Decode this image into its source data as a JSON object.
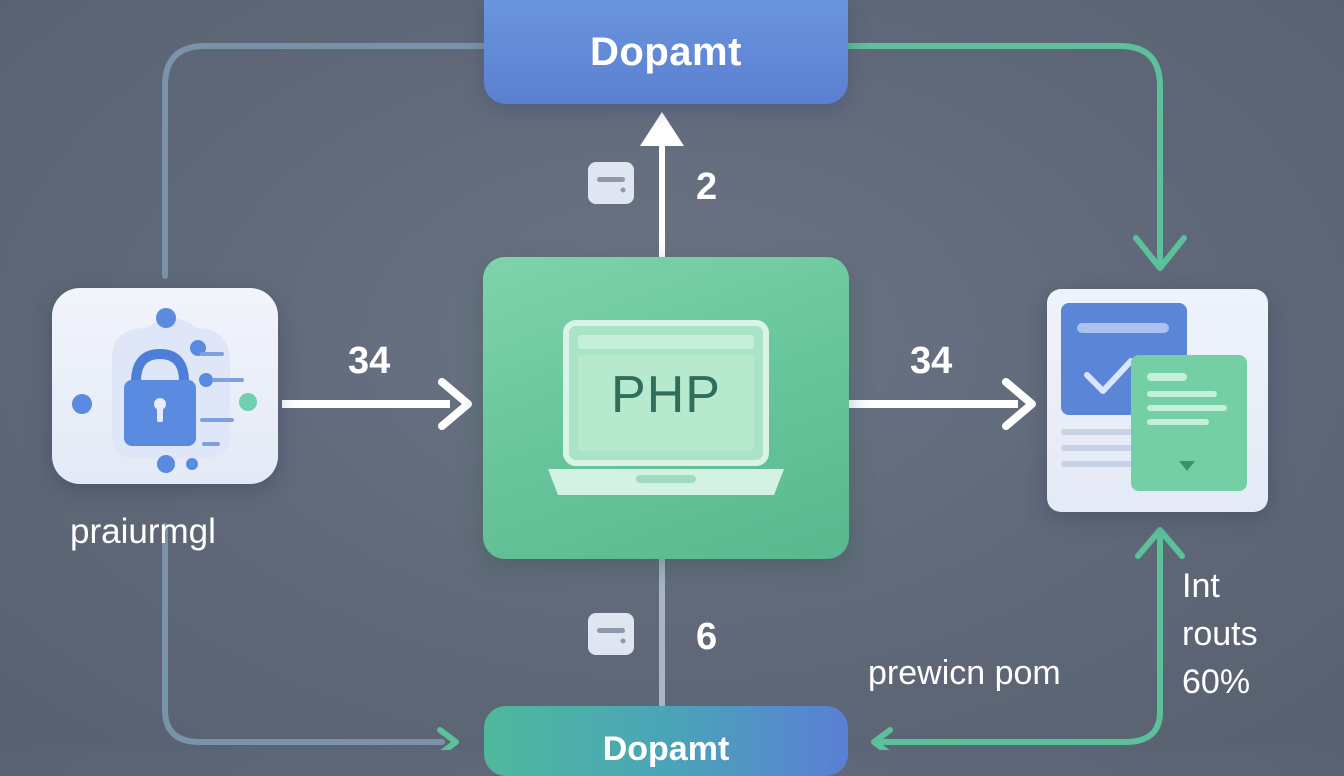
{
  "nodes": {
    "top": {
      "label": "Dopamt"
    },
    "center": {
      "label": "PHP"
    },
    "left": {
      "caption": "praiurmgl"
    },
    "bottom": {
      "label": "Dopamt"
    }
  },
  "edges": {
    "left_to_center": "34",
    "center_to_right": "34",
    "center_to_top": "2",
    "bottom_to_center": "6"
  },
  "annotations": {
    "right_stack": [
      "Int",
      "routs",
      "60%"
    ],
    "bottom_caption": "prewicn pom"
  },
  "colors": {
    "background": "#626b7b",
    "top_node": "#5f86d6",
    "center_node": "#68c59b",
    "connector_green": "#5cc09a",
    "connector_blue": "#7a95b0",
    "arrow_white": "#ffffff"
  },
  "icons": {
    "chip": "card-icon",
    "laptop": "laptop-icon",
    "lock": "lock-icon",
    "document": "document-check-icon"
  }
}
